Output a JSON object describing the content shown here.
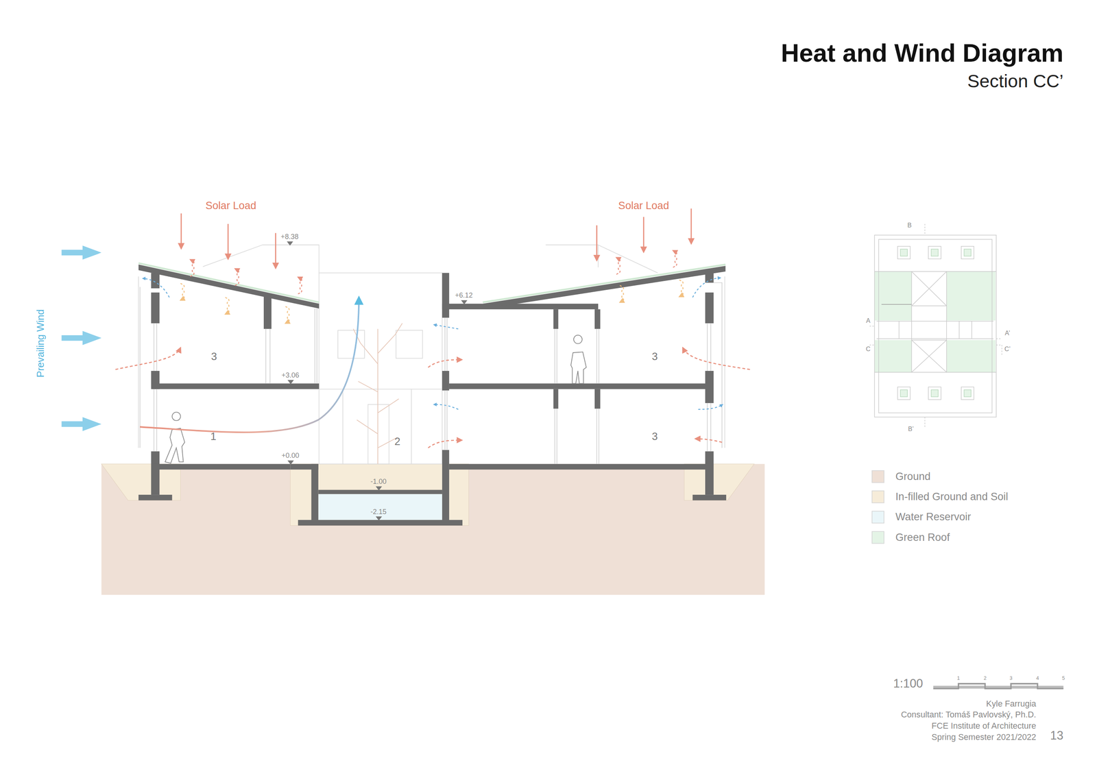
{
  "diagram": {
    "title": "Heat and Wind Diagram",
    "caption": "Section CC’",
    "labels": [
      "Solar Load",
      "Solar Load",
      "Prevailing Wind",
      "+8.38",
      "+6.12",
      "+3.06",
      "+0.00",
      "-1.00",
      "-2.15",
      "3",
      "3",
      "1",
      "2",
      "3",
      "B",
      "A",
      "C",
      "A’",
      "C’",
      "B’",
      "1:100",
      "1",
      "2",
      "3",
      "4",
      "5",
      "Kyle Farrugia",
      "Consultant: Tomáš Pavlovský, Ph.D.",
      "FCE Institute of Architecture",
      "Spring Semester 2021/2022",
      "13"
    ],
    "legend": [
      {
        "text": "Ground",
        "color": "#efe0d6"
      },
      {
        "text": "In-filled Ground and Soil",
        "color": "#f6ecd9"
      },
      {
        "text": "Water Reservoir",
        "color": "#eaf6f9"
      },
      {
        "text": "Green Roof",
        "color": "#e4f4e6"
      }
    ]
  }
}
